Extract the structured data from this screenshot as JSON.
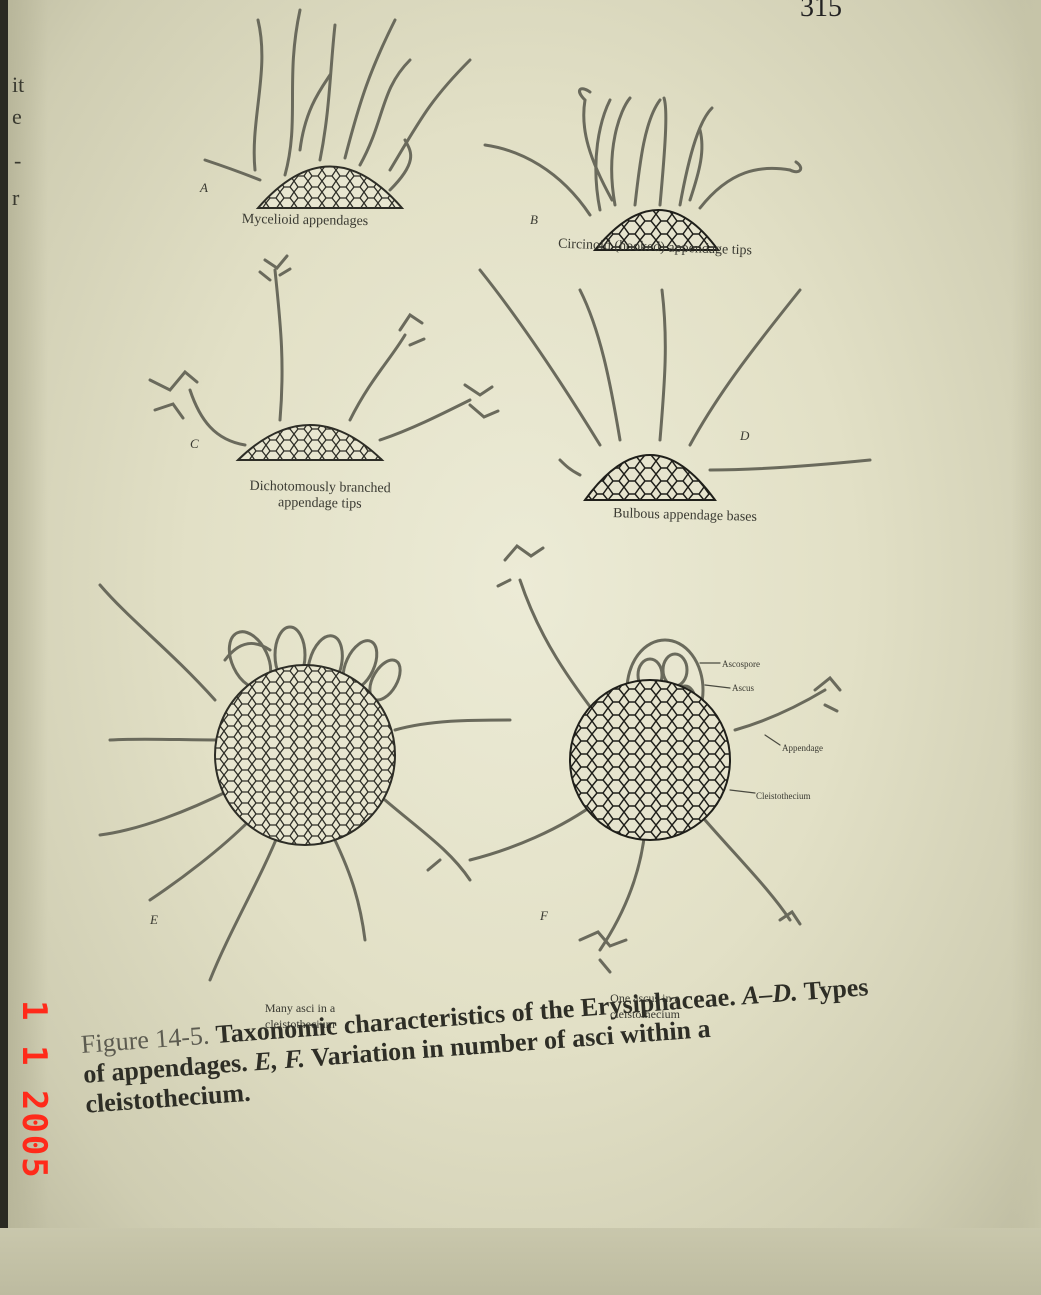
{
  "page_number": "315",
  "left_margin_marks": [
    "it",
    "e",
    "-",
    "r"
  ],
  "figure": {
    "panels": [
      {
        "letter": "A",
        "label": "Mycelioid appendages"
      },
      {
        "letter": "B",
        "label": "Circinoid (hooked) appendage tips"
      },
      {
        "letter": "C",
        "label_line1": "Dichotomously branched",
        "label_line2": "appendage tips"
      },
      {
        "letter": "D",
        "label": "Bulbous appendage bases"
      },
      {
        "letter": "E",
        "label_line1": "Many asci in a",
        "label_line2": "cleistothecium"
      },
      {
        "letter": "F",
        "label_line1": "One ascus in a",
        "label_line2": "cleistothecium"
      }
    ],
    "callouts": [
      "Ascospore",
      "Ascus",
      "Appendage",
      "Cleistothecium"
    ]
  },
  "caption": {
    "label": "Figure 14-5.",
    "title": "Taxonomic characteristics of the Erysiphaceae.",
    "part1_ref": "A–D.",
    "part1_text": "Types of appendages.",
    "part2_ref": "E, F.",
    "part2_text": "Variation in number of asci within a cleistothecium."
  },
  "date_stamp": "1 1 2005"
}
